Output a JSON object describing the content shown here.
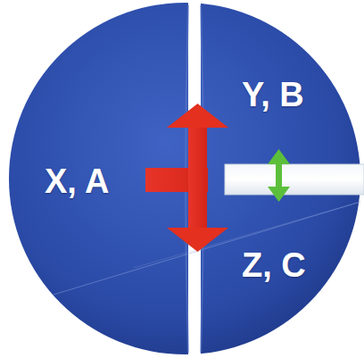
{
  "diagram": {
    "labels": [
      "X, A",
      "Y, B",
      "Z, C"
    ]
  }
}
